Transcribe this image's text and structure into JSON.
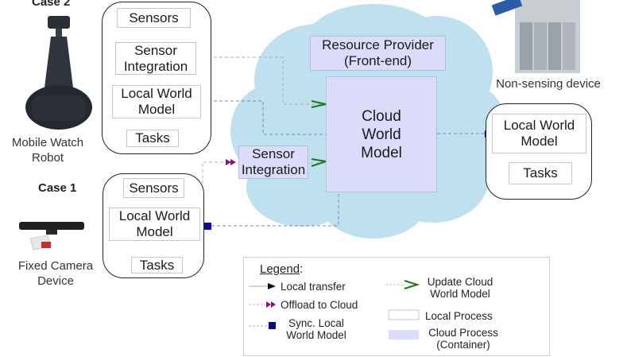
{
  "cases": {
    "case2": {
      "title": "Case 2",
      "device_label": "Mobile Watch Robot",
      "processes": {
        "sensors": "Sensors",
        "sensor_integration": "Sensor Integration",
        "local_world_model": "Local World Model",
        "tasks": "Tasks"
      }
    },
    "case1": {
      "title": "Case 1",
      "device_label": "Fixed Camera Device",
      "processes": {
        "sensors": "Sensors",
        "local_world_model": "Local World Model",
        "tasks": "Tasks"
      }
    },
    "non_sensing": {
      "device_label": "Non-sensing device",
      "processes": {
        "local_world_model": "Local World Model",
        "tasks": "Tasks"
      }
    }
  },
  "cloud": {
    "resource_provider": "Resource Provider (Front-end)",
    "cloud_world_model": "Cloud World Model",
    "sensor_integration": "Sensor Integration"
  },
  "legend": {
    "title": "Legend",
    "items": {
      "local_transfer": "Local transfer",
      "offload": "Offload to Cloud",
      "sync": "Sync. Local World Model",
      "update": "Update Cloud World Model",
      "local_process": "Local Process",
      "cloud_process": "Cloud Process (Container)"
    }
  },
  "colors": {
    "cloud": "#bfe0ee",
    "cloud_process": "#dcdcfa",
    "sync": "#0a0aa0",
    "offload": "#8a108a",
    "update": "#1c7a1c"
  }
}
